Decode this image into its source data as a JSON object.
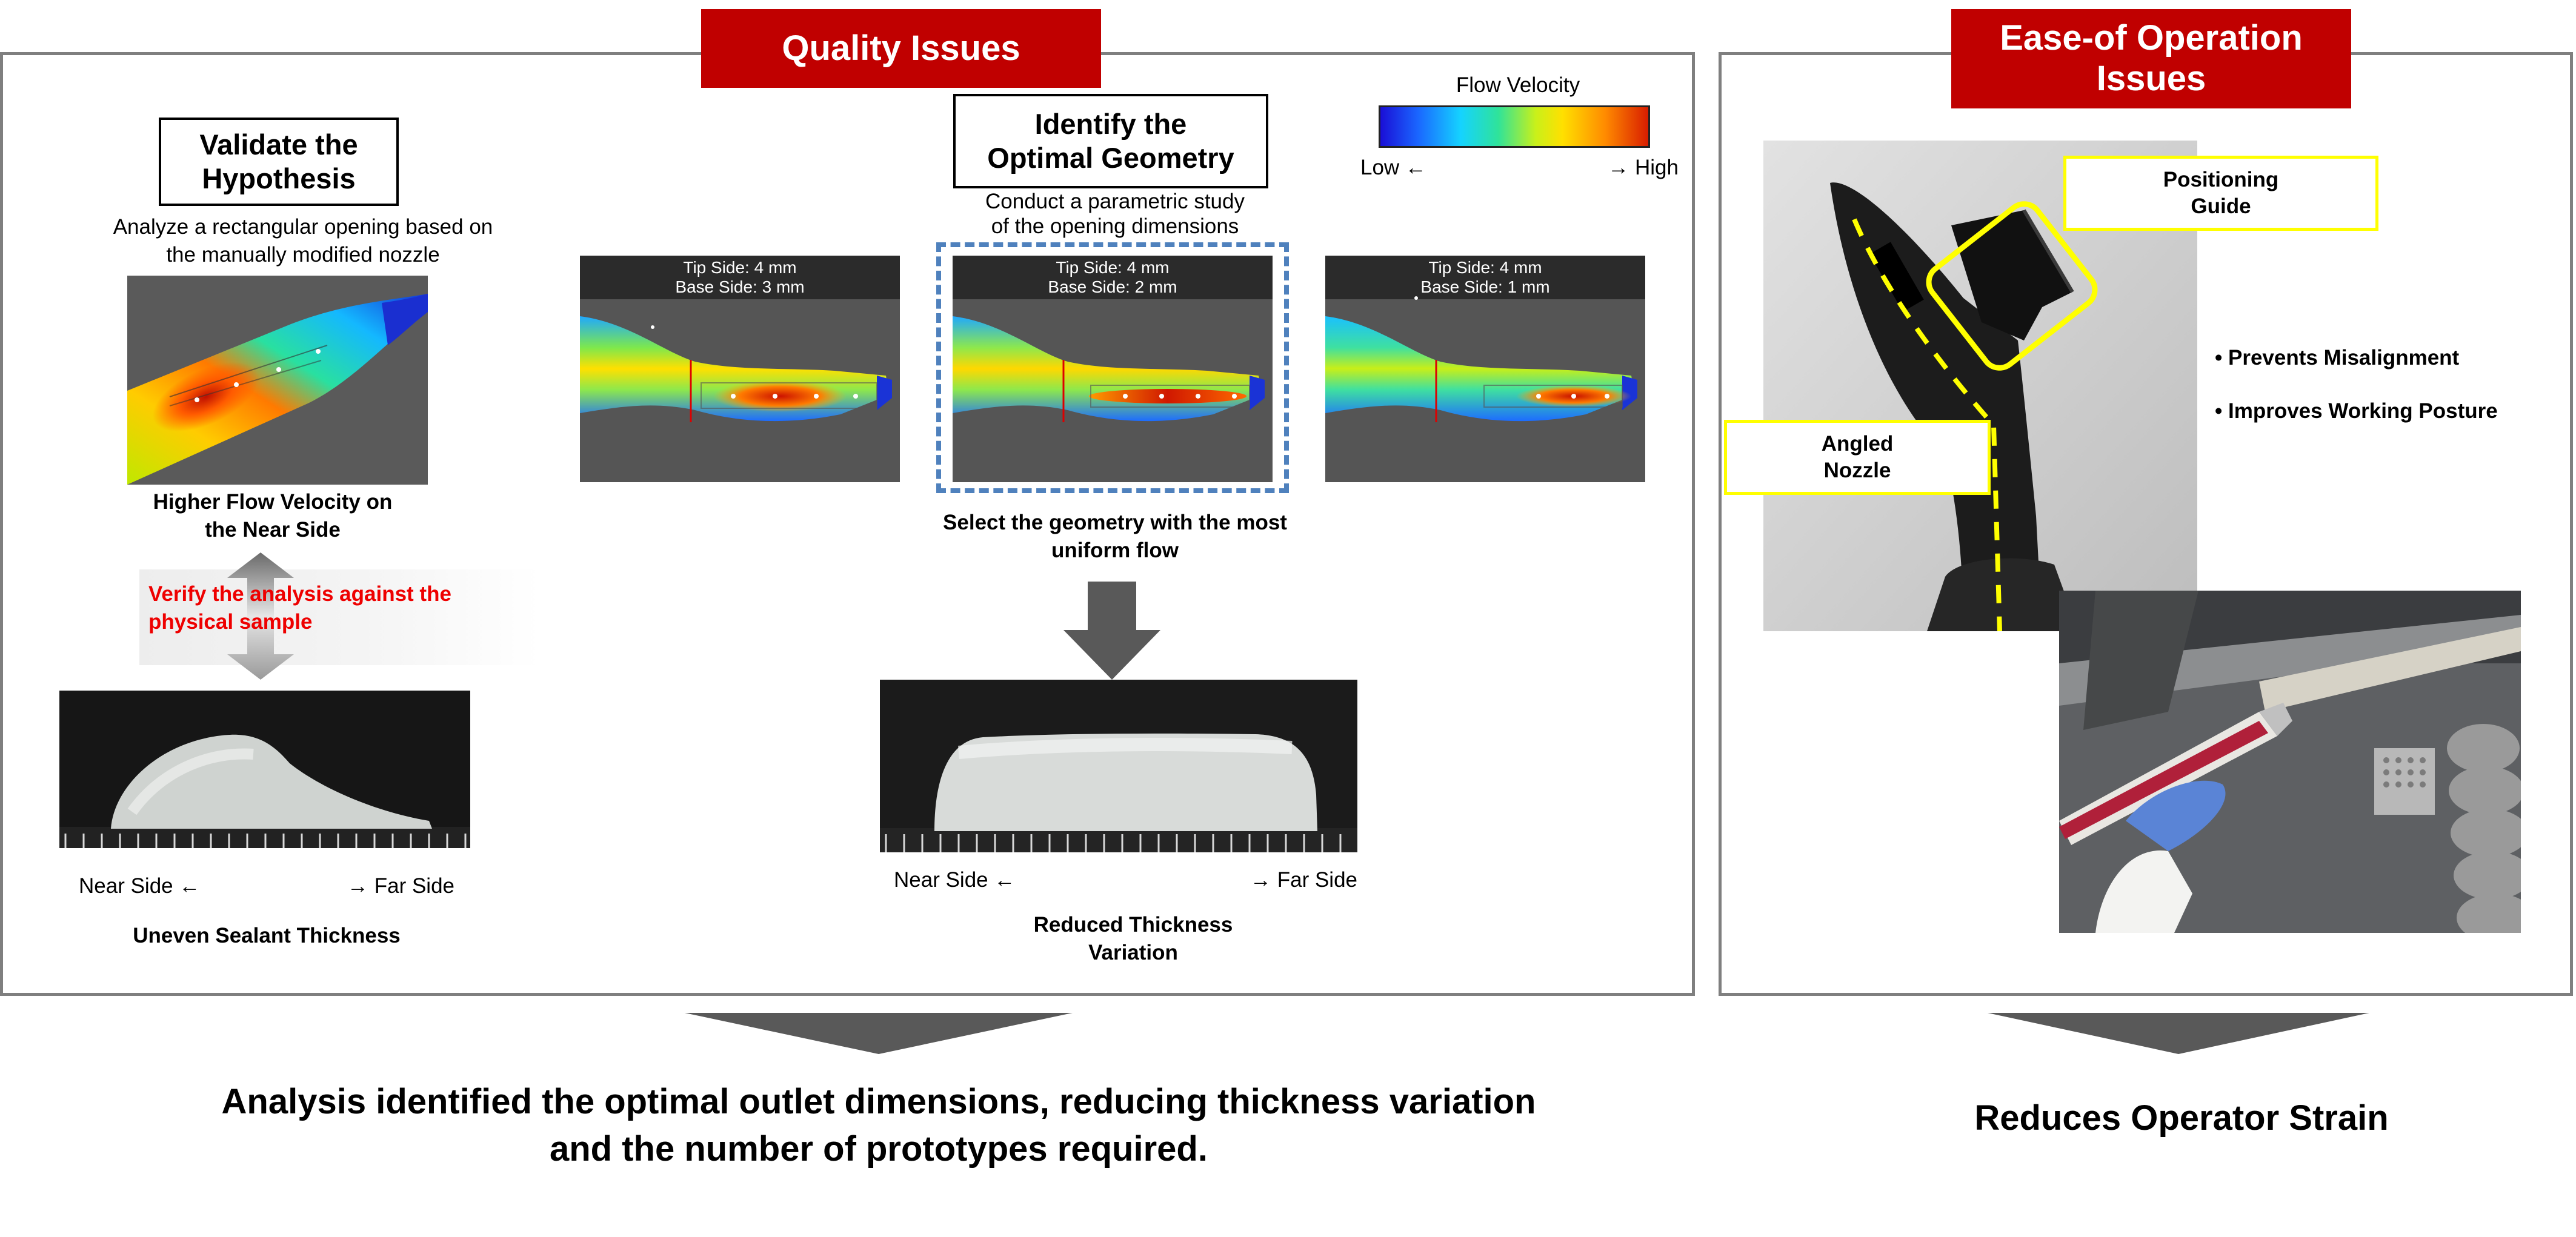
{
  "quality": {
    "tag": "Quality Issues",
    "flow_legend": {
      "title": "Flow Velocity",
      "low": "Low ←",
      "high": "→ High"
    },
    "validate": {
      "title_line1": "Validate the",
      "title_line2": "Hypothesis",
      "desc_line1": "Analyze a rectangular opening based on",
      "desc_line2": "the manually modified nozzle",
      "result_line1": "Higher Flow Velocity on",
      "result_line2": "the Near Side",
      "verify_line1": "Verify the analysis against the",
      "verify_line2": "physical sample",
      "near": "Near Side ←",
      "far": "→ Far Side",
      "conclusion": "Uneven Sealant Thickness"
    },
    "identify": {
      "title_line1": "Identify the",
      "title_line2": "Optimal Geometry",
      "desc_line1": "Conduct a parametric study",
      "desc_line2": "of the opening dimensions",
      "select_line1": "Select the geometry with the most",
      "select_line2": "uniform flow",
      "near": "Near Side ←",
      "far": "→ Far Side",
      "result_line1": "Reduced Thickness",
      "result_line2": "Variation",
      "cases": [
        {
          "tip": "Tip Side: 4 mm",
          "base": "Base Side: 3 mm"
        },
        {
          "tip": "Tip Side: 4 mm",
          "base": "Base Side: 2 mm"
        },
        {
          "tip": "Tip Side: 4 mm",
          "base": "Base Side: 1 mm"
        }
      ]
    },
    "summary_line1": "Analysis identified the optimal outlet dimensions, reducing thickness variation",
    "summary_line2": "and the number of prototypes required."
  },
  "ease": {
    "tag_line1": "Ease-of Operation",
    "tag_line2": "Issues",
    "positioning_line1": "Positioning",
    "positioning_line2": "Guide",
    "angled_line1": "Angled",
    "angled_line2": "Nozzle",
    "benefits": [
      "• Prevents Misalignment",
      "• Improves Working Posture"
    ],
    "summary": "Reduces Operator Strain"
  },
  "colors": {
    "accent_red": "#c00000",
    "highlight_yellow": "#ffff00",
    "dashed_blue": "#4f81bd",
    "border_gray": "#7f7f7f",
    "arrow_gray": "#595959"
  }
}
